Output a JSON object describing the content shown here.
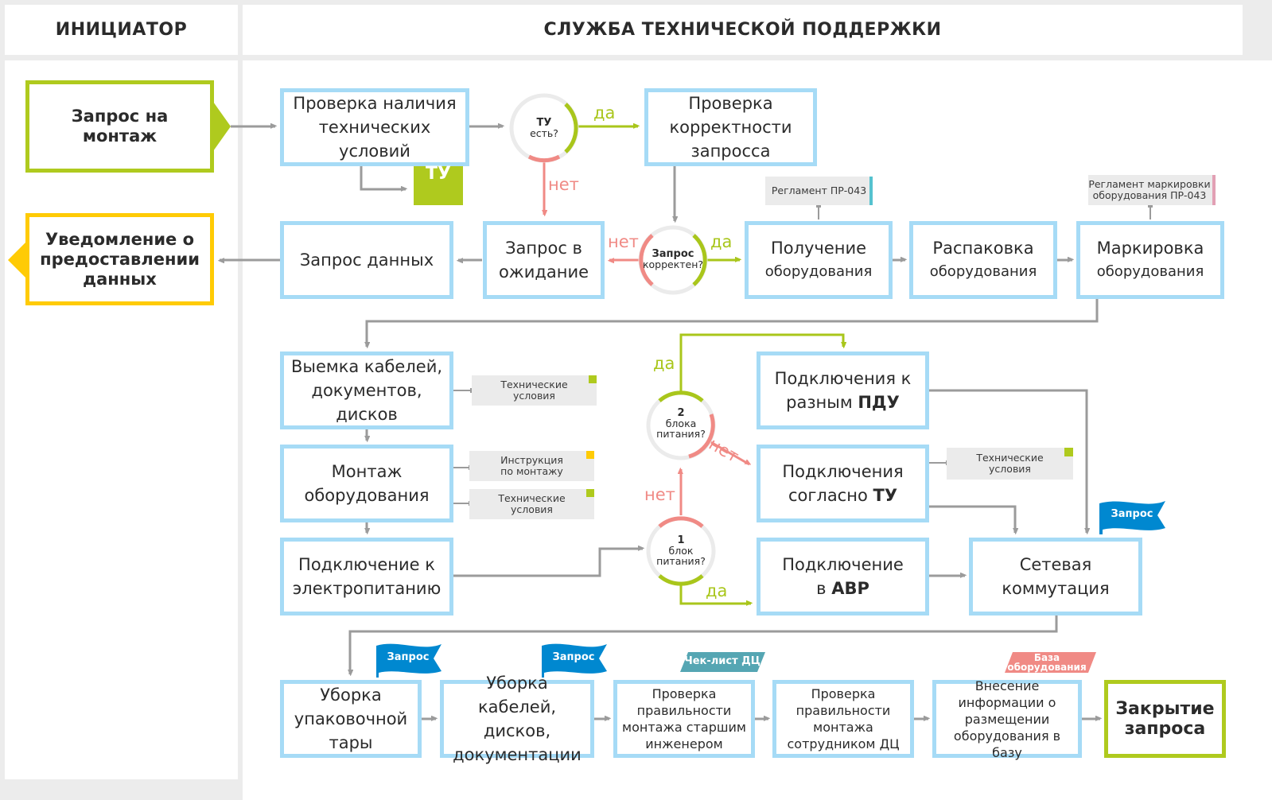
{
  "headers": {
    "initiator": "ИНИЦИАТОР",
    "support": "СЛУЖБА ТЕХНИЧЕСКОЙ ПОДДЕРЖКИ"
  },
  "colors": {
    "process_border": "#a6dbf6",
    "start_border": "#afca1e",
    "notify_border": "#ffcb05",
    "yes": "#a9c61b",
    "no": "#f08a85",
    "connector": "#9b9b9b",
    "flag_blue": "#0088d0",
    "tag_teal": "#55a6b3",
    "tag_pink": "#f08a85"
  },
  "initiator": {
    "start": "Запрос на монтаж",
    "notify": "Уведомление о предоставлении данных"
  },
  "nodes": {
    "check_tu": "Проверка наличия технических условий",
    "tu_doc": "ТУ",
    "check_request": "Проверка корректности запросса",
    "data_request": "Запрос данных",
    "request_waiting": "Запрос в ожидание",
    "receive": {
      "l1": "Получение",
      "l2": "оборудования"
    },
    "unpack": {
      "l1": "Распаковка",
      "l2": "оборудования"
    },
    "marking": {
      "l1": "Маркировка",
      "l2": "оборудования"
    },
    "extract": "Выемка кабелей, документов, дисков",
    "mount": "Монтаж оборудования",
    "power": "Подключение к электропитанию",
    "pdu": {
      "text": "Подключения к разным",
      "bold": "ПДУ"
    },
    "tu_connect": {
      "text": "Подключения согласно",
      "bold": "ТУ"
    },
    "avr": {
      "text": "Подключение в",
      "bold": "АВР"
    },
    "network": "Сетевая коммутация",
    "cleanup_pack": "Уборка упаковочной тары",
    "cleanup_cables": "Уборка кабелей, дисков, документации",
    "check_senior": "Проверка правильности монтажа старшим инженером",
    "check_dc": "Проверка правильности монтажа сотрудником ДЦ",
    "db_entry": "Внесение информации о размещении оборудования в базу",
    "close": "Закрытие запроса"
  },
  "decisions": {
    "tu_exists": {
      "bold": "ТУ",
      "text": "есть?"
    },
    "request_correct": {
      "bold": "Запрос",
      "text": "корректен?"
    },
    "two_psu": {
      "bold": "2",
      "text": "блока питания?"
    },
    "one_psu": {
      "bold": "1",
      "text": "блок питания?"
    }
  },
  "labels": {
    "yes": "да",
    "no": "нет"
  },
  "notes": {
    "reg_pr043": "Регламент ПР-043",
    "reg_marking": "Регламент маркировки оборудования ПР-043",
    "tech_conditions": "Технические условия",
    "mount_instruction": "Инструкция по монтажу"
  },
  "flags": {
    "request": "Запрос",
    "checklist": "Чек-лист ДЦ",
    "equipment_db": "База оборудования"
  }
}
